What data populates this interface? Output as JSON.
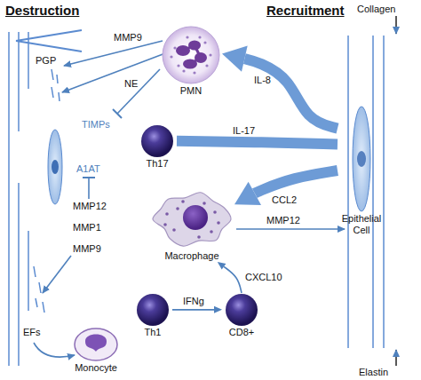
{
  "diagram": {
    "nodes": [
      {
        "text": [
          "PMN"
        ]
      },
      {
        "text": [
          "Th17"
        ]
      },
      {
        "text": [
          "Epithelial Cell"
        ]
      },
      {
        "text": [
          "Macrophage"
        ]
      },
      {
        "text": [
          "Th1"
        ]
      },
      {
        "text": [
          "CD8+"
        ]
      },
      {
        "text": [
          "Monocyte"
        ]
      }
    ],
    "edges": [
      {
        "from": 2,
        "to": 0,
        "label": "IL-8",
        "arrow": "to"
      },
      {
        "from": 1,
        "to": 2,
        "label": "IL-17",
        "arrow": "none"
      },
      {
        "from": 2,
        "to": 3,
        "label": "CCL2",
        "arrow": "to"
      },
      {
        "from": 4,
        "to": 5,
        "label": "IFNg",
        "arrow": "to"
      },
      {
        "from": 5,
        "to": 3,
        "label": "CXCL10",
        "arrow": "to"
      }
    ],
    "labels": [
      "Destruction",
      "Recruitment",
      "PGP",
      "MMP9",
      "NE",
      "TIMPs",
      "A1AT",
      "MMP12",
      "MMP1",
      "MMP9",
      "EFs",
      "MMP12",
      "Collagen",
      "Elastin"
    ]
  }
}
